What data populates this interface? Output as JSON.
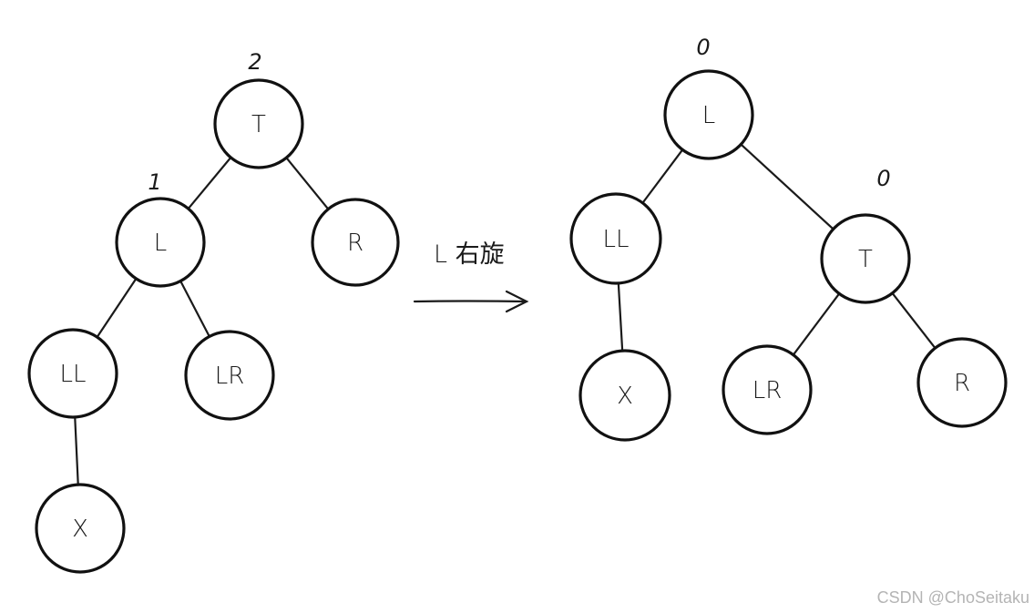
{
  "before_tree": {
    "nodes": [
      {
        "id": "T",
        "label": "T",
        "balance": "2"
      },
      {
        "id": "L",
        "label": "L",
        "balance": "1"
      },
      {
        "id": "R",
        "label": "R",
        "balance": ""
      },
      {
        "id": "LL",
        "label": "LL",
        "balance": ""
      },
      {
        "id": "LR",
        "label": "LR",
        "balance": ""
      },
      {
        "id": "X",
        "label": "X",
        "balance": ""
      }
    ],
    "edges": [
      [
        "T",
        "L"
      ],
      [
        "T",
        "R"
      ],
      [
        "L",
        "LL"
      ],
      [
        "L",
        "LR"
      ],
      [
        "LL",
        "X"
      ]
    ]
  },
  "operation": {
    "label": "L 右旋"
  },
  "after_tree": {
    "nodes": [
      {
        "id": "L",
        "label": "L",
        "balance": "0"
      },
      {
        "id": "LL",
        "label": "LL",
        "balance": ""
      },
      {
        "id": "T",
        "label": "T",
        "balance": "0"
      },
      {
        "id": "X",
        "label": "X",
        "balance": ""
      },
      {
        "id": "LR",
        "label": "LR",
        "balance": ""
      },
      {
        "id": "R",
        "label": "R",
        "balance": ""
      }
    ],
    "edges": [
      [
        "L",
        "LL"
      ],
      [
        "L",
        "T"
      ],
      [
        "LL",
        "X"
      ],
      [
        "T",
        "LR"
      ],
      [
        "T",
        "R"
      ]
    ]
  },
  "watermark": {
    "text": "CSDN @ChoSeitaku"
  }
}
